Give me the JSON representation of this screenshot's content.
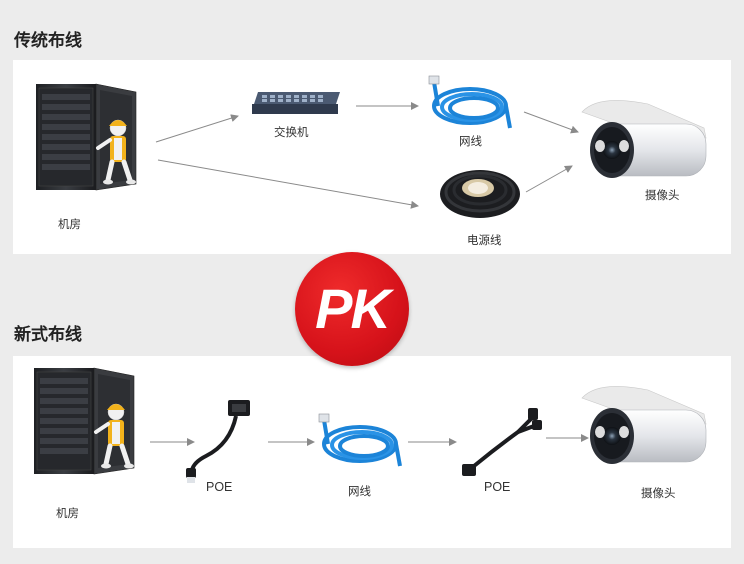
{
  "top": {
    "title": "传统布线",
    "labels": {
      "server_room": "机房",
      "switch": "交换机",
      "network_cable": "网线",
      "power_cable": "电源线",
      "camera": "摄像头"
    }
  },
  "badge": {
    "text": "PK",
    "color": "#d6121a"
  },
  "bottom": {
    "title": "新式布线",
    "labels": {
      "server_room": "机房",
      "poe_left": "POE",
      "network_cable": "网线",
      "poe_right": "POE",
      "camera": "摄像头"
    }
  },
  "colors": {
    "cable_blue": "#1c84d8",
    "arrow": "#8a8a8a",
    "rack": "#2d2f33",
    "helmet": "#f2b21b"
  }
}
